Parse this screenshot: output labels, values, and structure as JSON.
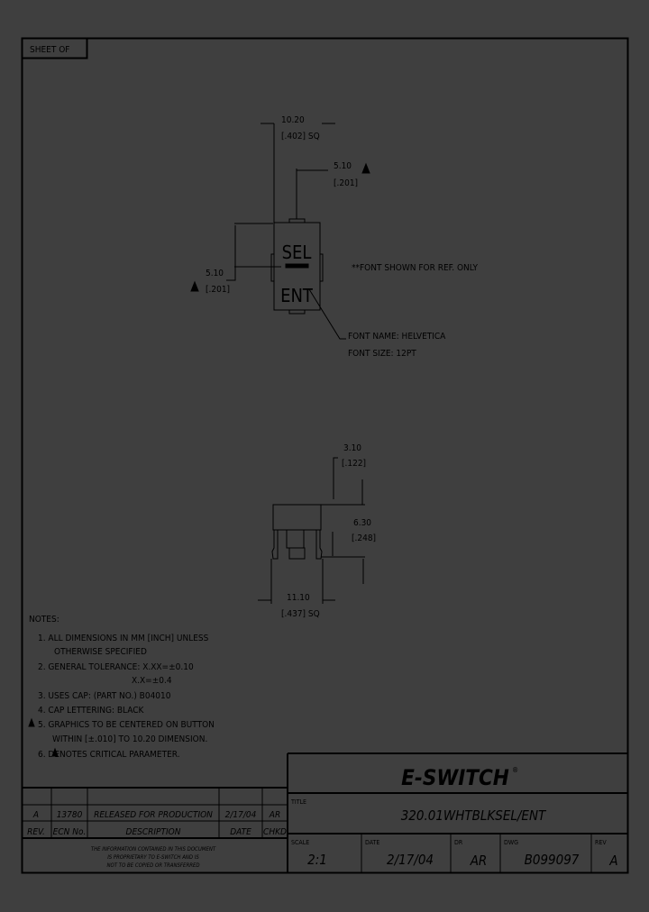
{
  "sheet_label": "SHEET   OF",
  "top_view": {
    "dim_width": "10.20",
    "dim_width_inch": "[.402] SQ",
    "dim_center": "5.10",
    "dim_center_inch": "[.201]",
    "dim_vertical": "5.10",
    "dim_vertical_inch": "[.201]",
    "cap_text_top": "SEL",
    "cap_text_bottom": "ENT",
    "font_note": "**FONT SHOWN FOR REF. ONLY",
    "font_name": "FONT NAME: HELVETICA",
    "font_size": "FONT SIZE: 12PT"
  },
  "side_view": {
    "dim_top": "3.10",
    "dim_top_inch": "[.122]",
    "dim_height": "6.30",
    "dim_height_inch": "[.248]",
    "dim_width": "11.10",
    "dim_width_inch": "[.437] SQ"
  },
  "notes": {
    "heading": "NOTES:",
    "lines": [
      "1. ALL DIMENSIONS IN MM [INCH] UNLESS",
      "OTHERWISE SPECIFIED",
      "2. GENERAL TOLERANCE: X.XX=±0.10",
      "X.X=±0.4",
      "3. USES CAP: (PART NO.) B04010",
      "4. CAP LETTERING:  BLACK",
      "5. GRAPHICS TO BE CENTERED ON BUTTON",
      "WITHIN [±.010] TO 10.20 DIMENSION.",
      "6.    DENOTES CRITICAL PARAMETER."
    ]
  },
  "revision_table": {
    "headers": [
      "REV.",
      "ECN No.",
      "DESCRIPTION",
      "DATE",
      "CHKD"
    ],
    "rows": [
      [
        "A",
        "13780",
        "RELEASED FOR PRODUCTION",
        "2/17/04",
        "AR"
      ]
    ],
    "proprietary": [
      "THE INFORMATION CONTAINED IN THIS DOCUMENT",
      "IS PROPRIETARY TO E-SWITCH AND IS",
      "NOT TO BE COPIED OR TRANSFERRED"
    ]
  },
  "title_block": {
    "logo": "E-SWITCH",
    "title_label": "TITLE",
    "title": "320.01WHTBLKSEL/ENT",
    "scale_label": "SCALE",
    "scale": "2:1",
    "date_label": "DATE",
    "date": "2/17/04",
    "dr_label": "DR",
    "dr": "AR",
    "dwg_label": "DWG",
    "dwg": "B099097",
    "rev_label": "REV",
    "rev": "A"
  },
  "colors": {
    "background": "#3f3f3f",
    "lines": "#000000"
  }
}
